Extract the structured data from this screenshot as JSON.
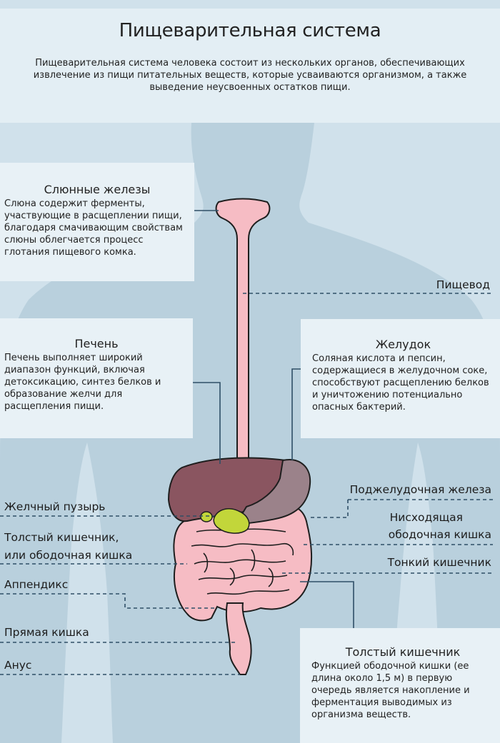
{
  "title": "Пищеварительная система",
  "intro": "Пищеварительная система человека состоит из нескольких органов, обеспечивающих извлечение из пищи питательных веществ, которые усваиваются организмом, а также выведение неусвоенных остатков пищи.",
  "boxes": {
    "salivary": {
      "title": "Слюнные железы",
      "body": "Слюна содержит ферменты, участвующие в расщеплении пищи, благодаря смачивающим свойствам слюны облегчается процесс глотания пищевого комка."
    },
    "liver": {
      "title": "Печень",
      "body": "Печень выполняет широкий диапазон функций, включая детоксикацию, синтез белков и образование желчи для расщепления пищи."
    },
    "stomach": {
      "title": "Желудок",
      "body": "Соляная кислота и пепсин, содержащиеся в желудочном соке, способствуют расщеплению белков и уничтожению потенциально опасных бактерий."
    },
    "colon": {
      "title": "Толстый кишечник",
      "body": "Функцией ободочной кишки (ее длина около 1,5 м) в первую очередь является накопление и ферментация выводимых из организма веществ."
    }
  },
  "labels": {
    "esophagus": "Пищевод",
    "pancreas": "Поджелудочная железа",
    "descending_colon_1": "Нисходящая",
    "descending_colon_2": "ободочная кишка",
    "small_intestine": "Тонкий кишечник",
    "gallbladder": "Желчный пузырь",
    "large_intestine_1": "Толстый кишечник,",
    "large_intestine_2": "или ободочная кишка",
    "appendix": "Аппендикс",
    "rectum": "Прямая кишка",
    "anus": "Анус"
  },
  "colors": {
    "background": "#d0e1eb",
    "panel": "#e8f1f6",
    "silhouette": "#b9d0dd",
    "intestine": "#f6bcc4",
    "intestine_outline": "#1e1e1e",
    "liver": "#8a5560",
    "stomach": "#9b828a",
    "gallbladder": "#c2d63a",
    "leader_line": "#2f4f66"
  }
}
